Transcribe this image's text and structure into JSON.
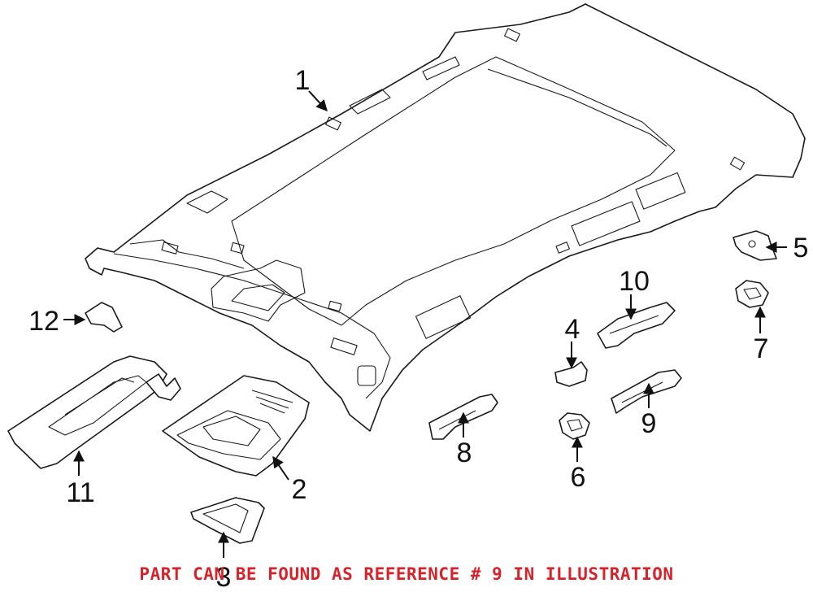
{
  "callouts": {
    "c1": "1",
    "c2": "2",
    "c3": "3",
    "c4": "4",
    "c5": "5",
    "c6": "6",
    "c7": "7",
    "c8": "8",
    "c9": "9",
    "c10": "10",
    "c11": "11",
    "c12": "12"
  },
  "footer": {
    "note": "PART CAN BE FOUND AS REFERENCE # 9 IN ILLUSTRATION",
    "color": "#d8222a"
  },
  "colors": {
    "line": "#1a1a1a",
    "background": "#ffffff"
  }
}
